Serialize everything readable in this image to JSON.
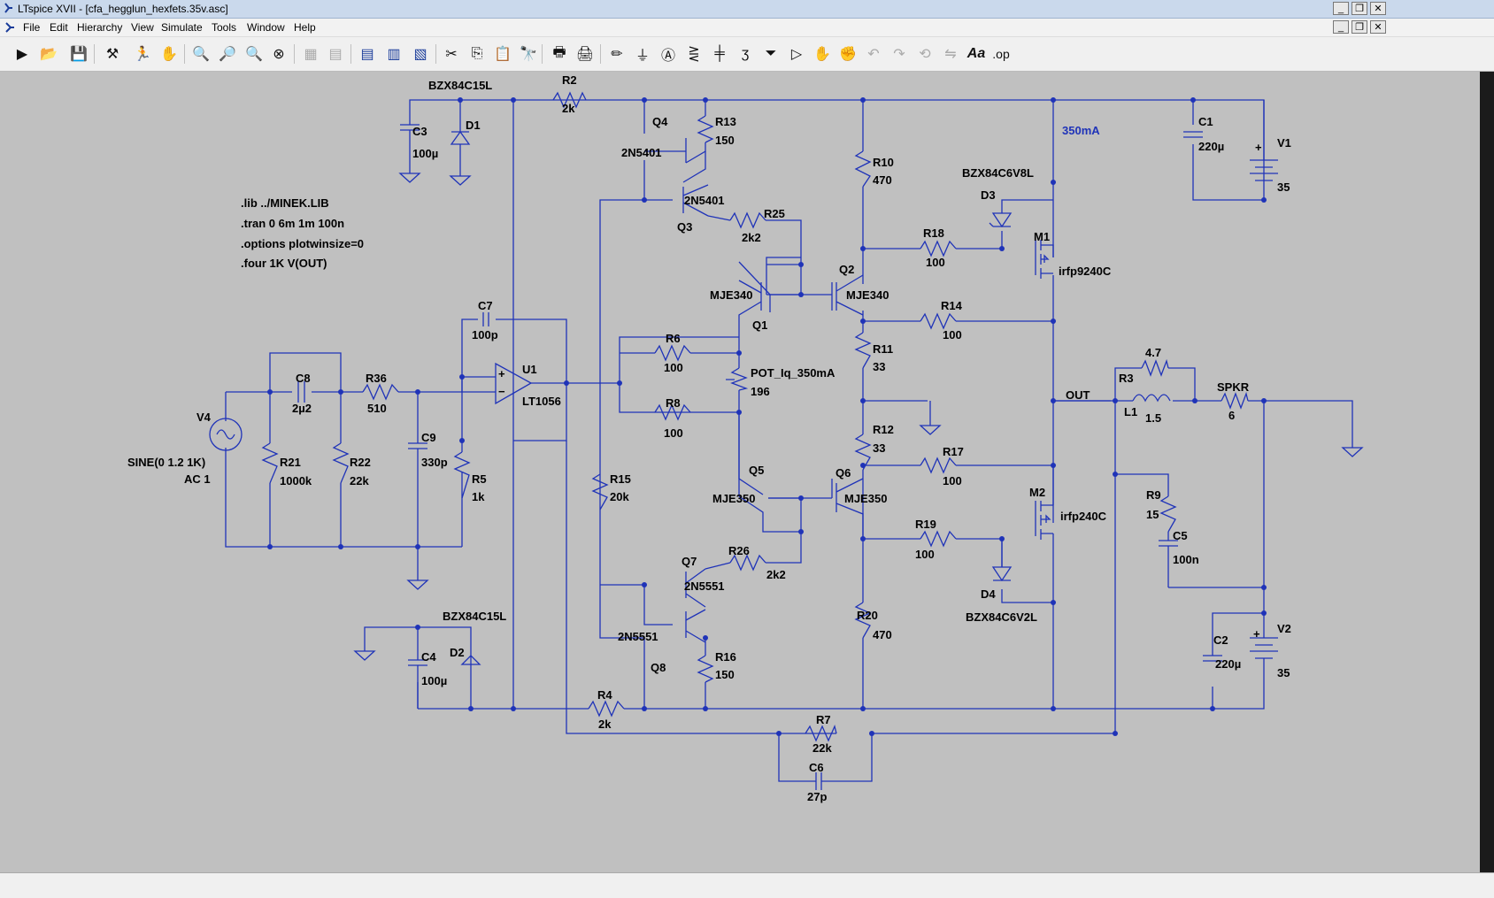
{
  "window": {
    "title": "LTspice XVII - [cfa_hegglun_hexfets.35v.asc]",
    "min": "_",
    "max": "❐",
    "close": "✕"
  },
  "menu": [
    {
      "label": "File"
    },
    {
      "label": "Edit"
    },
    {
      "label": "Hierarchy"
    },
    {
      "label": "View"
    },
    {
      "label": "Simulate"
    },
    {
      "label": "Tools"
    },
    {
      "label": "Window"
    },
    {
      "label": "Help"
    }
  ],
  "toolbar": {
    "icons": [
      "run-icon",
      "open-icon",
      "save-icon",
      "control-panel-icon",
      "halt-icon",
      "pan-hand-icon",
      "zoom-in-icon",
      "zoom-area-icon",
      "zoom-out-icon",
      "zoom-cancel-icon",
      "autorange-icon",
      "tile-icon",
      "tile-horizontal-icon",
      "cascade-icon",
      "cut-icon",
      "copy-icon",
      "paste-icon",
      "find-icon",
      "print-icon",
      "print-preview-icon",
      "draw-wire-icon",
      "ground-icon",
      "label-net-icon",
      "resistor-icon",
      "capacitor-icon",
      "inductor-icon",
      "diode-icon",
      "component-icon",
      "move-icon",
      "drag-icon",
      "undo-icon",
      "redo-icon",
      "rotate-icon",
      "mirror-icon",
      "text-icon",
      "spice-directive-icon"
    ]
  },
  "schematic": {
    "directives": [
      ".lib ../MINEK.LIB",
      ".tran 0 6m 1m 100n",
      ".options plotwinsize=0",
      ".four 1K V(OUT)"
    ],
    "labels": {
      "z1": "BZX84C15L",
      "z2": "BZX84C15L",
      "z3": "BZX84C6V8L",
      "z4": "BZX84C6V2L",
      "r2": "R2",
      "r2v": "2k",
      "c3": "C3",
      "c3v": "100µ",
      "d1": "D1",
      "d2": "D2",
      "d3": "D3",
      "d4": "D4",
      "q4": "Q4",
      "q4m": "2N5401",
      "q3m": "2N5401",
      "q3": "Q3",
      "r13": "R13",
      "r13v": "150",
      "r25": "R25",
      "r25v": "2k2",
      "r10": "R10",
      "r10v": "470",
      "amp": "350mA",
      "c1": "C1",
      "c1v": "220µ",
      "v1": "V1",
      "v1v": "35",
      "plus1": "+",
      "r18": "R18",
      "r18v": "100",
      "m1": "M1",
      "m1m": "irfp9240C",
      "q2": "Q2",
      "q2m": "MJE340",
      "q1m": "MJE340",
      "q1": "Q1",
      "r14": "R14",
      "r14v": "100",
      "c7": "C7",
      "c7v": "100p",
      "u1": "U1",
      "u1m": "LT1056",
      "r6": "R6",
      "r6v": "100",
      "pot": "POT_Iq_350mA",
      "potv": "196",
      "r8": "R8",
      "r8v": "100",
      "r11": "R11",
      "r11v": "33",
      "r12": "R12",
      "r12v": "33",
      "out": "OUT",
      "r3": "R3",
      "r3v": "4.7",
      "l1": "L1",
      "l1v": "1.5",
      "spkr": "SPKR",
      "spkrv": "6",
      "v4": "V4",
      "c8": "C8",
      "c8v": "2µ2",
      "r36": "R36",
      "r36v": "510",
      "c9": "C9",
      "c9v": "330p",
      "sine": "SINE(0 1.2 1K)",
      "ac": "AC 1",
      "r21": "R21",
      "r21v": "1000k",
      "r22": "R22",
      "r22v": "22k",
      "r5": "R5",
      "r5v": "1k",
      "r15": "R15",
      "r15v": "20k",
      "q5": "Q5",
      "q5m": "MJE350",
      "q6": "Q6",
      "q6m": "MJE350",
      "r17": "R17",
      "r17v": "100",
      "m2": "M2",
      "m2m": "irfp240C",
      "r9": "R9",
      "r9v": "15",
      "c5": "C5",
      "c5v": "100n",
      "r19": "R19",
      "r19v": "100",
      "q7": "Q7",
      "q7m": "2N5551",
      "r26": "R26",
      "r26v": "2k2",
      "q8m": "2N5551",
      "q8": "Q8",
      "r16": "R16",
      "r16v": "150",
      "r20": "R20",
      "r20v": "470",
      "c4": "C4",
      "c4v": "100µ",
      "c2": "C2",
      "c2v": "220µ",
      "v2": "V2",
      "v2v": "35",
      "plus2": "+",
      "r4": "R4",
      "r4v": "2k",
      "r7": "R7",
      "r7v": "22k",
      "c6": "C6",
      "c6v": "27p",
      "plusop": "+",
      "minusop": "−"
    }
  },
  "colors": {
    "wire": "#1f33b8",
    "canvas": "#c0c0c0",
    "text": "#000000"
  }
}
